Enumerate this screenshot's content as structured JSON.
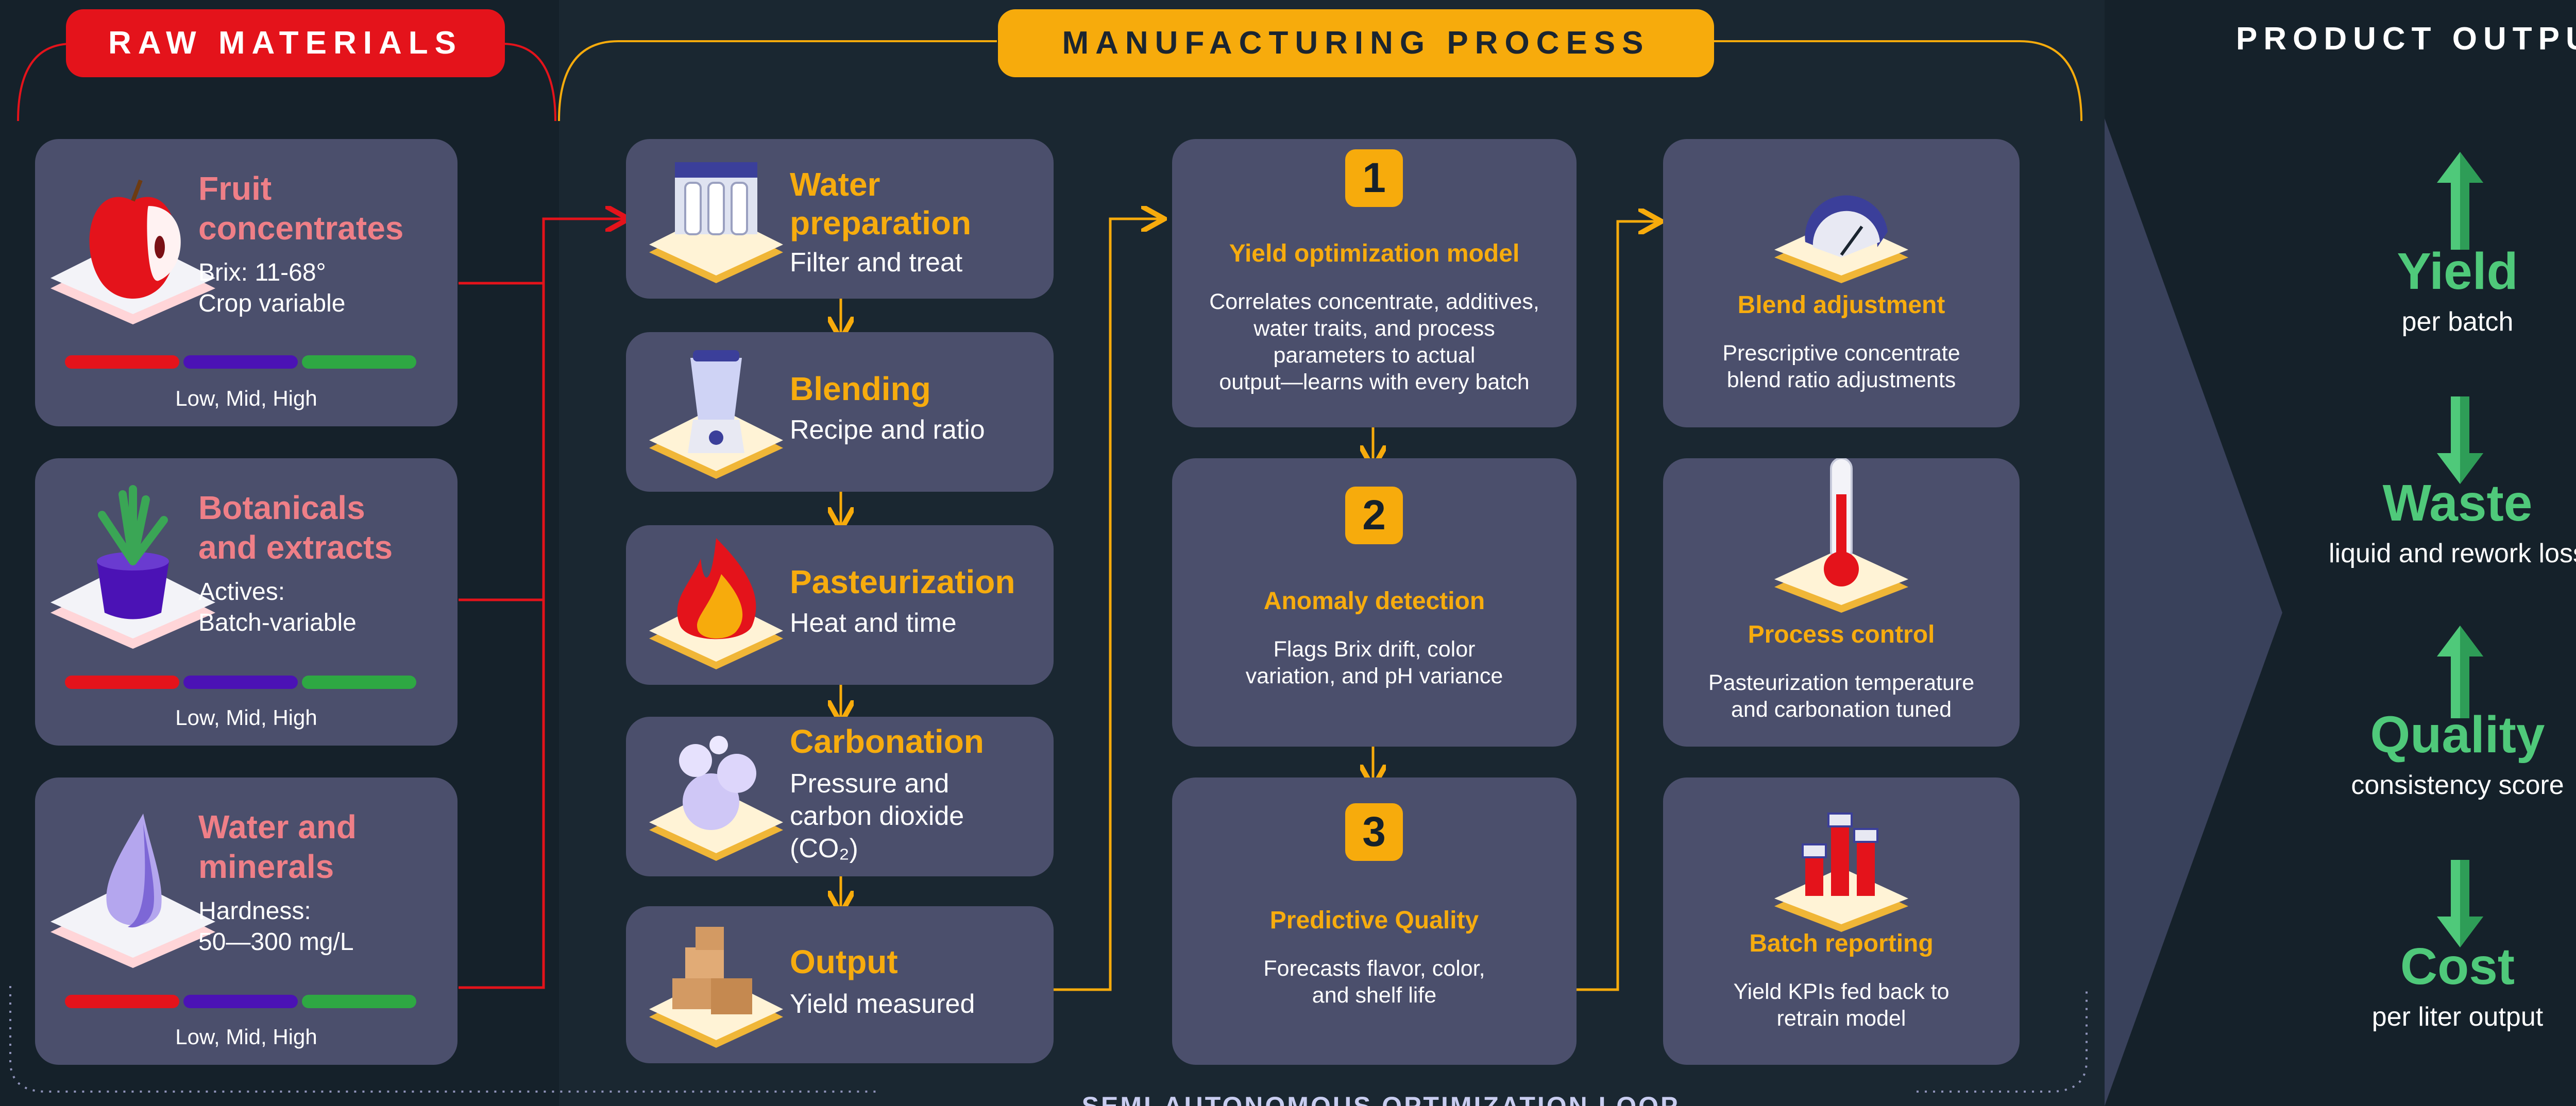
{
  "headers": {
    "raw_materials": "RAW MATERIALS",
    "manufacturing_process": "MANUFACTURING PROCESS",
    "product_outputs": "PRODUCT OUTPUTS"
  },
  "raw_materials": [
    {
      "title_line1": "Fruit",
      "title_line2": "concentrates",
      "detail_line1": "Brix: 11-68°",
      "detail_line2": "Crop variable",
      "levels": "Low, Mid, High",
      "icon": "apple-icon"
    },
    {
      "title_line1": "Botanicals",
      "title_line2": "and extracts",
      "detail_line1": "Actives:",
      "detail_line2": "Batch-variable",
      "levels": "Low, Mid, High",
      "icon": "plant-icon"
    },
    {
      "title_line1": "Water and",
      "title_line2": "minerals",
      "detail_line1": "Hardness:",
      "detail_line2": "50—300 mg/L",
      "levels": "Low, Mid, High",
      "icon": "water-drop-icon"
    }
  ],
  "process_steps": [
    {
      "title_line1": "Water",
      "title_line2": "preparation",
      "detail_line1": "Filter and treat",
      "icon": "water-filter-icon"
    },
    {
      "title_line1": "Blending",
      "detail_line1": "Recipe and ratio",
      "icon": "blender-icon"
    },
    {
      "title_line1": "Pasteurization",
      "detail_line1": "Heat and time",
      "icon": "fire-icon"
    },
    {
      "title_line1": "Carbonation",
      "detail_line1": "Pressure and",
      "detail_line2": "carbon dioxide",
      "detail_line3": "(CO₂)",
      "icon": "bubbles-icon"
    },
    {
      "title_line1": "Output",
      "detail_line1": "Yield measured",
      "icon": "boxes-icon"
    }
  ],
  "models": [
    {
      "number": "1",
      "title": "Yield optimization model",
      "lines": [
        "Correlates concentrate, additives,",
        "water traits, and process",
        "parameters to actual",
        "output—learns with every batch"
      ]
    },
    {
      "number": "2",
      "title": "Anomaly detection",
      "lines": [
        "Flags Brix drift, color",
        "variation, and pH variance"
      ]
    },
    {
      "number": "3",
      "title": "Predictive Quality",
      "lines": [
        "Forecasts flavor, color,",
        "and shelf life"
      ]
    }
  ],
  "actions": [
    {
      "title": "Blend adjustment",
      "lines": [
        "Prescriptive concentrate",
        "blend ratio adjustments"
      ],
      "icon": "gauge-icon"
    },
    {
      "title": "Process control",
      "lines": [
        "Pasteurization temperature",
        "and carbonation tuned"
      ],
      "icon": "thermometer-icon"
    },
    {
      "title": "Batch reporting",
      "lines": [
        "Yield KPIs fed back to",
        "retrain model"
      ],
      "icon": "bar-chart-icon"
    }
  ],
  "outputs": [
    {
      "title": "Yield",
      "subtitle": "per batch",
      "direction": "up"
    },
    {
      "title": "Waste",
      "subtitle": "liquid and rework loss",
      "direction": "down"
    },
    {
      "title": "Quality",
      "subtitle": "consistency score",
      "direction": "up"
    },
    {
      "title": "Cost",
      "subtitle": "per liter output",
      "direction": "down"
    }
  ],
  "footer": "SEMI-AUTONOMOUS OPTIMIZATION LOOP",
  "colors": {
    "raw_accent": "#e4131b",
    "process_accent": "#f7ab0c",
    "output_accent": "#4fc97a",
    "card": "#4b4f6c",
    "bar_low": "#e4131b",
    "bar_mid": "#4b12b5",
    "bar_high": "#2ea843"
  }
}
